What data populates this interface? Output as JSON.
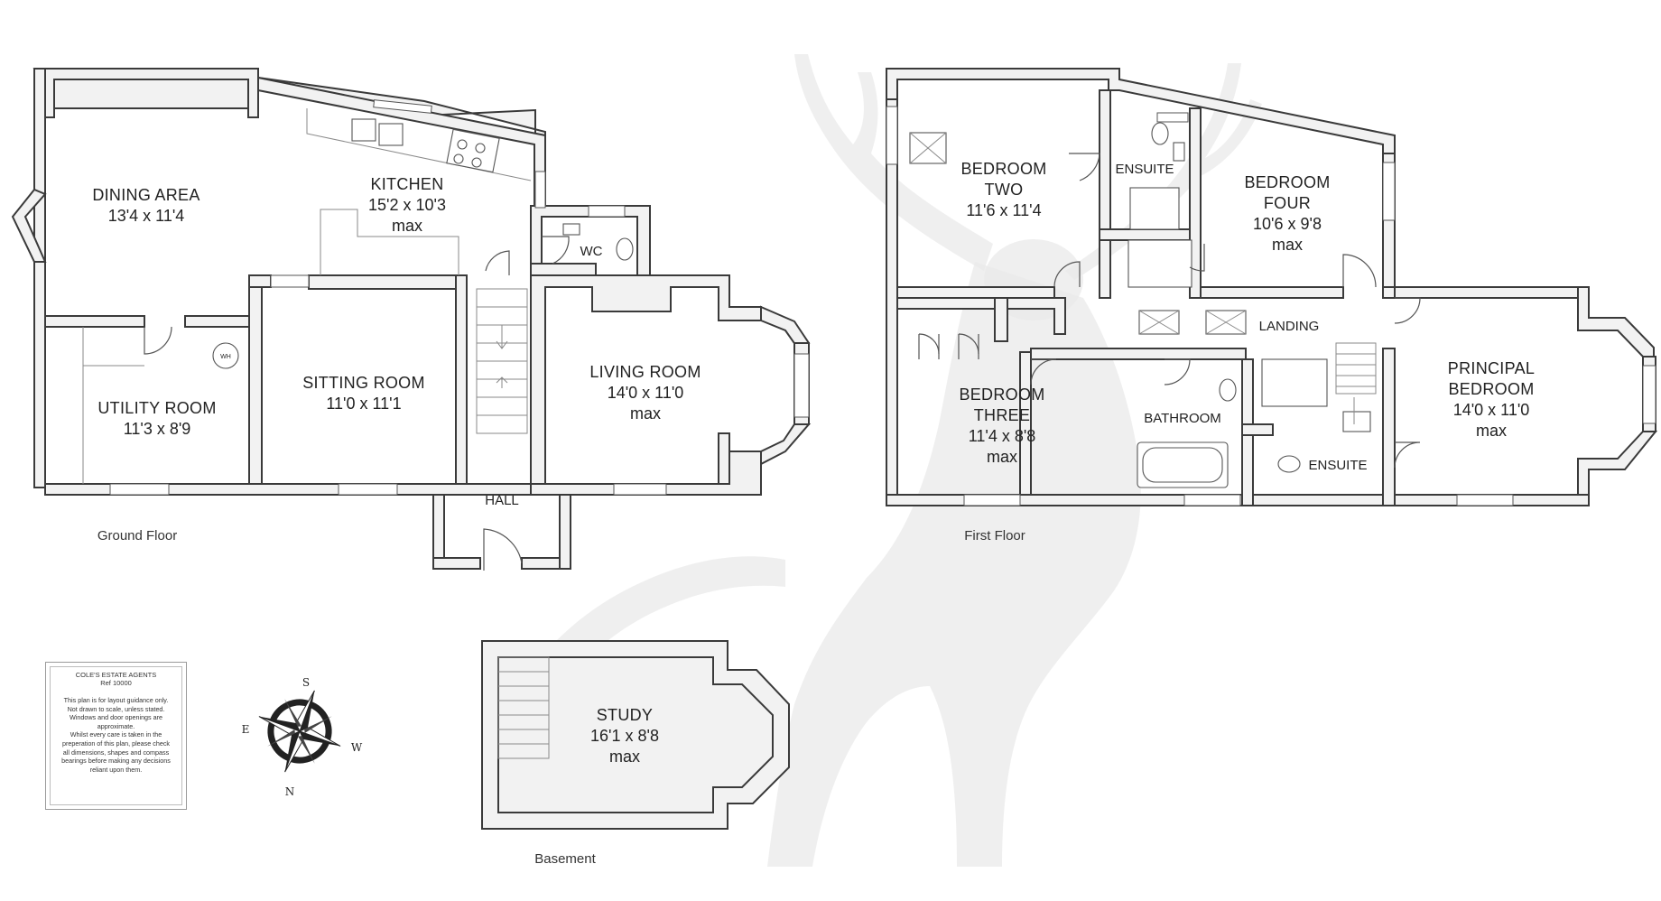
{
  "floors": {
    "ground": "Ground Floor",
    "first": "First Floor",
    "basement": "Basement"
  },
  "rooms": {
    "dining": {
      "name": "DINING AREA",
      "dims": "13'4 x 11'4"
    },
    "kitchen": {
      "name": "KITCHEN",
      "dims": "15'2 x 10'3",
      "note": "max"
    },
    "wc": {
      "name": "WC"
    },
    "utility": {
      "name": "UTILITY ROOM",
      "dims": "11'3 x 8'9",
      "wh": "WH"
    },
    "sitting": {
      "name": "SITTING ROOM",
      "dims": "11'0 x 11'1"
    },
    "living": {
      "name": "LIVING ROOM",
      "dims": "14'0 x 11'0",
      "note": "max"
    },
    "hall": {
      "name": "HALL"
    },
    "bed2": {
      "name_line1": "BEDROOM",
      "name_line2": "TWO",
      "dims": "11'6 x 11'4"
    },
    "ensuite1": {
      "name": "ENSUITE"
    },
    "bed4": {
      "name_line1": "BEDROOM",
      "name_line2": "FOUR",
      "dims": "10'6 x 9'8",
      "note": "max"
    },
    "landing": {
      "name": "LANDING"
    },
    "bed3": {
      "name_line1": "BEDROOM",
      "name_line2": "THREE",
      "dims": "11'4 x 8'8",
      "note": "max"
    },
    "bathroom": {
      "name": "BATHROOM"
    },
    "ensuite2": {
      "name": "ENSUITE"
    },
    "principal": {
      "name_line1": "PRINCIPAL",
      "name_line2": "BEDROOM",
      "dims": "14'0 x 11'0",
      "note": "max"
    },
    "study": {
      "name": "STUDY",
      "dims": "16'1 x 8'8",
      "note": "max"
    }
  },
  "disclaimer": {
    "agency": "COLE'S ESTATE AGENTS",
    "ref": "Ref 10000",
    "lines": [
      "This plan is for layout guidance only.",
      "Not drawn to scale, unless stated.",
      "Windows and door openings are",
      "approximate.",
      "Whilst every care is taken in the",
      "preperation of this plan, please check",
      "all dimensions, shapes and compass",
      "bearings before making any decisions",
      "reliant upon them."
    ]
  },
  "compass": {
    "n": "N",
    "s": "S",
    "e": "E",
    "w": "W"
  },
  "icons": [
    "stag-watermark",
    "compass-rose-icon"
  ]
}
